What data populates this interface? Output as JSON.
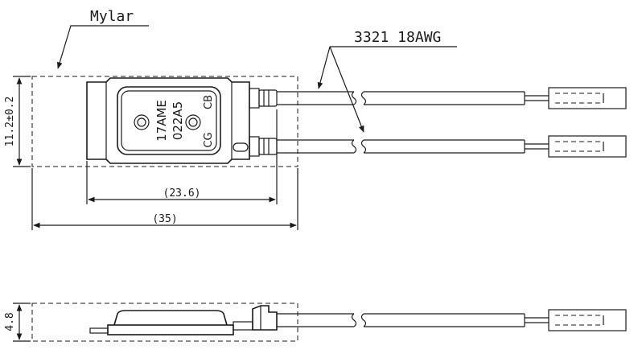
{
  "labels": {
    "material": "Mylar",
    "wire": "3321 18AWG",
    "dim_width_inner": "(23.6)",
    "dim_width_total": "(35)",
    "dim_height": "11.2±0.2",
    "dim_thickness": "4.8"
  },
  "part_marking": {
    "model": "17AME",
    "rating": "022A5",
    "mark_top": "CB",
    "mark_bottom": "CG"
  }
}
